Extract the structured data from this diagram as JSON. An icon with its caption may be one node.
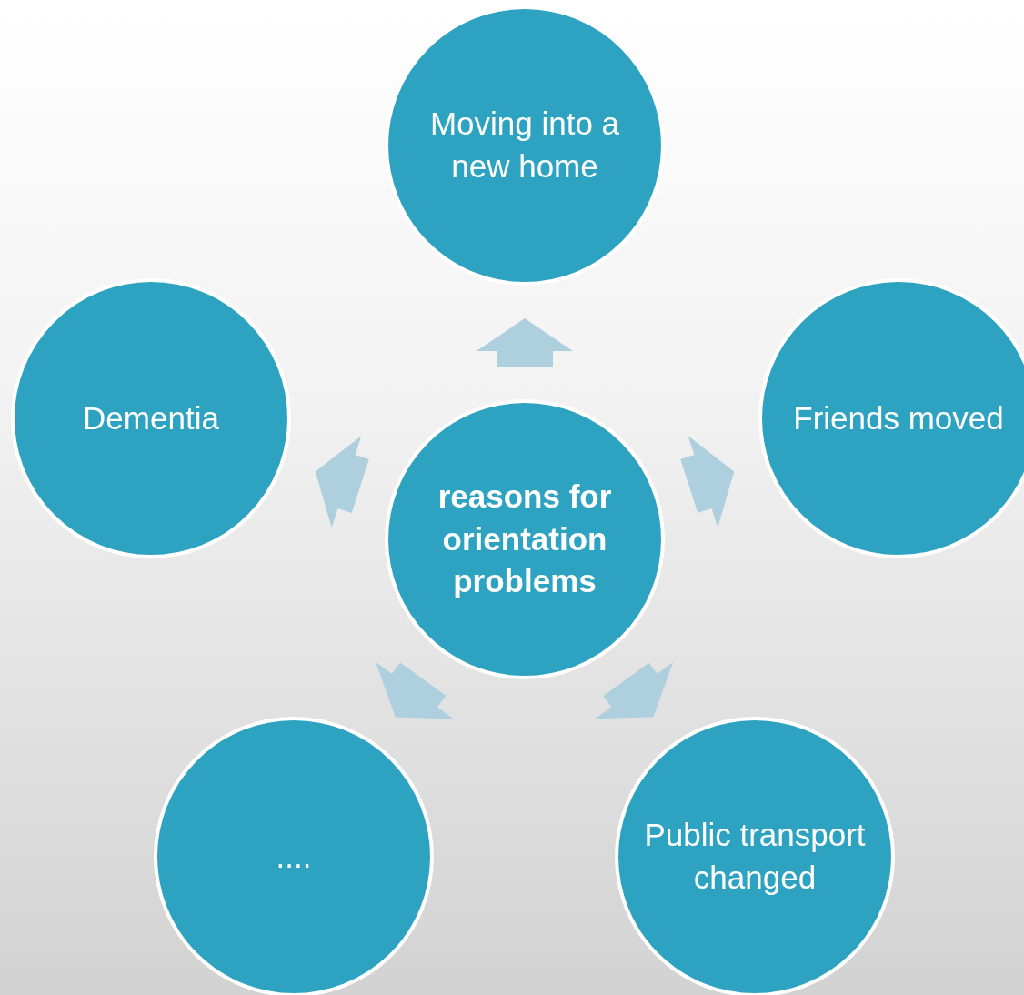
{
  "diagram": {
    "nodes": [
      {
        "text": [
          "Moving into a new home"
        ]
      },
      {
        "text": [
          "Dementia"
        ]
      },
      {
        "text": [
          "Friends moved"
        ]
      },
      {
        "text": [
          "reasons for orientation problems"
        ]
      },
      {
        "text": [
          "...."
        ]
      },
      {
        "text": [
          "Public transport changed"
        ]
      }
    ],
    "edges": [
      {
        "from": 3,
        "to": 0,
        "arrow": "to"
      },
      {
        "from": 3,
        "to": 2,
        "arrow": "to"
      },
      {
        "from": 3,
        "to": 5,
        "arrow": "to"
      },
      {
        "from": 3,
        "to": 4,
        "arrow": "to"
      },
      {
        "from": 3,
        "to": 1,
        "arrow": "to"
      }
    ]
  }
}
